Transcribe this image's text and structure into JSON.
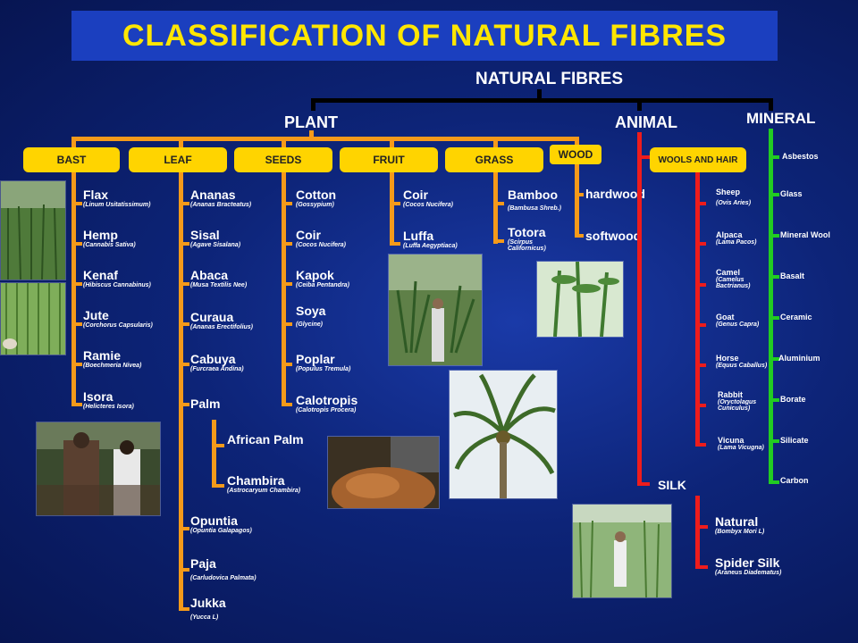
{
  "title": "CLASSIFICATION OF NATURAL FIBRES",
  "root": "NATURAL FIBRES",
  "groups": {
    "plant": "PLANT",
    "animal": "ANIMAL",
    "mineral": "MINERAL"
  },
  "plant_categories": [
    "BAST",
    "LEAF",
    "SEEDS",
    "FRUIT",
    "GRASS",
    "WOOD"
  ],
  "bast": [
    {
      "name": "Flax",
      "sci": "(Linum Usitatissimum)"
    },
    {
      "name": "Hemp",
      "sci": "(Cannabis Sativa)"
    },
    {
      "name": "Kenaf",
      "sci": "(Hibiscus Cannabinus)"
    },
    {
      "name": "Jute",
      "sci": "(Corchorus Capsularis)"
    },
    {
      "name": "Ramie",
      "sci": "(Boechmeria Nivea)"
    },
    {
      "name": "Isora",
      "sci": "(Helicteres Isora)"
    }
  ],
  "leaf": [
    {
      "name": "Ananas",
      "sci": "(Ananas Bracteatus)"
    },
    {
      "name": "Sisal",
      "sci": "(Agave Sisalana)"
    },
    {
      "name": "Abaca",
      "sci": "(Musa Textilis Nee)"
    },
    {
      "name": "Curaua",
      "sci": "(Ananas Erectifolius)"
    },
    {
      "name": "Cabuya",
      "sci": "(Furcraea Andina)"
    },
    {
      "name": "Palm",
      "sci": ""
    }
  ],
  "palm": [
    {
      "name": "African Palm",
      "sci": ""
    },
    {
      "name": "Chambira",
      "sci": "(Astrocaryum Chambira)"
    }
  ],
  "leaf_more": [
    {
      "name": "Opuntia",
      "sci": "(Opuntia Galapagos)"
    },
    {
      "name": "Paja",
      "sci": "(Carludovica Palmata)"
    },
    {
      "name": "Jukka",
      "sci": "(Yucca L)"
    }
  ],
  "seeds": [
    {
      "name": "Cotton",
      "sci": "(Gossypium)"
    },
    {
      "name": "Coir",
      "sci": "(Cocos Nucifera)"
    },
    {
      "name": "Kapok",
      "sci": "(Ceiba Pentandra)"
    },
    {
      "name": "Soya",
      "sci": "(Glycine)"
    },
    {
      "name": "Poplar",
      "sci": "(Populus Tremula)"
    },
    {
      "name": "Calotropis",
      "sci": "(Calotropis Procera)"
    }
  ],
  "fruit": [
    {
      "name": "Coir",
      "sci": "(Cocos Nucifera)"
    },
    {
      "name": "Luffa",
      "sci": "(Luffa Aegyptiaca)"
    }
  ],
  "grass": [
    {
      "name": "Bamboo",
      "sci": "(Bambusa Shreb.)"
    },
    {
      "name": "Totora",
      "sci": "(Scirpus Californicus)"
    }
  ],
  "wood": [
    "hardwood",
    "softwood"
  ],
  "animal": {
    "wools_label": "WOOLS AND HAIR",
    "wools": [
      {
        "name": "Sheep",
        "sci": "(Ovis Aries)"
      },
      {
        "name": "Alpaca",
        "sci": "(Lama Pacos)"
      },
      {
        "name": "Camel",
        "sci": "(Camelus Bactrianus)"
      },
      {
        "name": "Goat",
        "sci": "(Genus Capra)"
      },
      {
        "name": "Horse",
        "sci": "(Equus Caballus)"
      },
      {
        "name": "Rabbit",
        "sci": "(Oryctolagus Cuniculus)"
      },
      {
        "name": "Vicuna",
        "sci": "(Lama Vicugna)"
      }
    ],
    "silk_label": "SILK",
    "silk": [
      {
        "name": "Natural",
        "sci": "(Bombyx Mori L)"
      },
      {
        "name": "Spider Silk",
        "sci": "(Araneus Diadematus)"
      }
    ]
  },
  "mineral": [
    "Asbestos",
    "Glass",
    "Mineral Wool",
    "Basalt",
    "Ceramic",
    "Aluminium",
    "Borate",
    "Silicate",
    "Carbon"
  ],
  "colors": {
    "title": "#ffe600",
    "plant_lines": "#f59a1a",
    "animal_lines": "#ee1c1c",
    "mineral_lines": "#22cc22",
    "category_fill": "#ffd400"
  }
}
